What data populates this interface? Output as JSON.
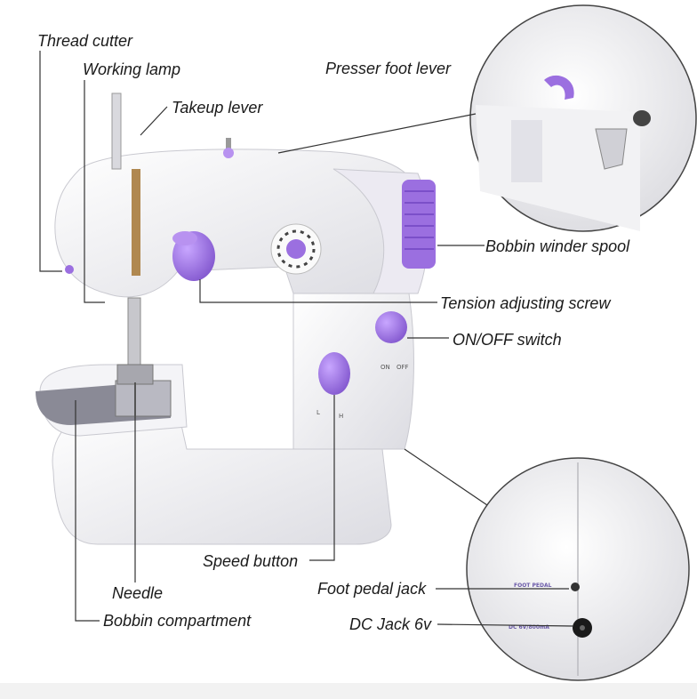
{
  "colors": {
    "body": "#f3f3f5",
    "accent": "#9b6fe0",
    "accent_dark": "#7b4fc9",
    "line": "#333333",
    "plate": "#8a8a96"
  },
  "labels": {
    "thread_cutter": "Thread cutter",
    "working_lamp": "Working lamp",
    "takeup_lever": "Takeup lever",
    "presser_foot_lever": "Presser foot lever",
    "bobbin_winder_spool": "Bobbin winder spool",
    "tension_adjusting_screw": "Tension adjusting screw",
    "on_off_switch": "ON/OFF switch",
    "speed_button": "Speed button",
    "needle": "Needle",
    "bobbin_compartment": "Bobbin compartment",
    "foot_pedal_jack": "Foot pedal jack",
    "dc_jack": "DC Jack 6v"
  },
  "machine_markings": {
    "switch_on": "ON",
    "switch_off": "OFF",
    "speed_low": "L",
    "speed_high": "H",
    "foot_pedal": "FOOT PEDAL",
    "dc_rating": "DC 6V/800mA"
  }
}
